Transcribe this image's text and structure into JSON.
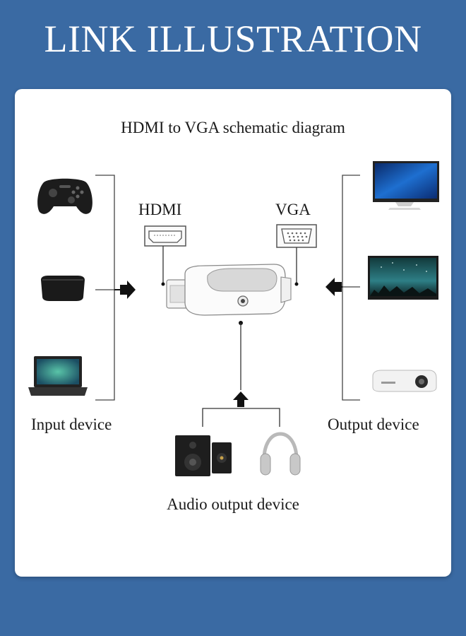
{
  "header": {
    "title": "LINK ILLUSTRATION"
  },
  "diagram": {
    "title": "HDMI to VGA schematic diagram",
    "hdmi_label": "HDMI",
    "vga_label": "VGA",
    "input_label": "Input device",
    "output_label": "Output device",
    "audio_label": "Audio output device",
    "input_devices": [
      "game-controller",
      "tv-box",
      "laptop"
    ],
    "output_devices": [
      "monitor",
      "television",
      "projector"
    ],
    "audio_devices": [
      "speakers",
      "headphones"
    ]
  },
  "colors": {
    "background": "#3a6aa3",
    "card": "#ffffff",
    "line": "#333333",
    "text": "#1a1a1a"
  }
}
